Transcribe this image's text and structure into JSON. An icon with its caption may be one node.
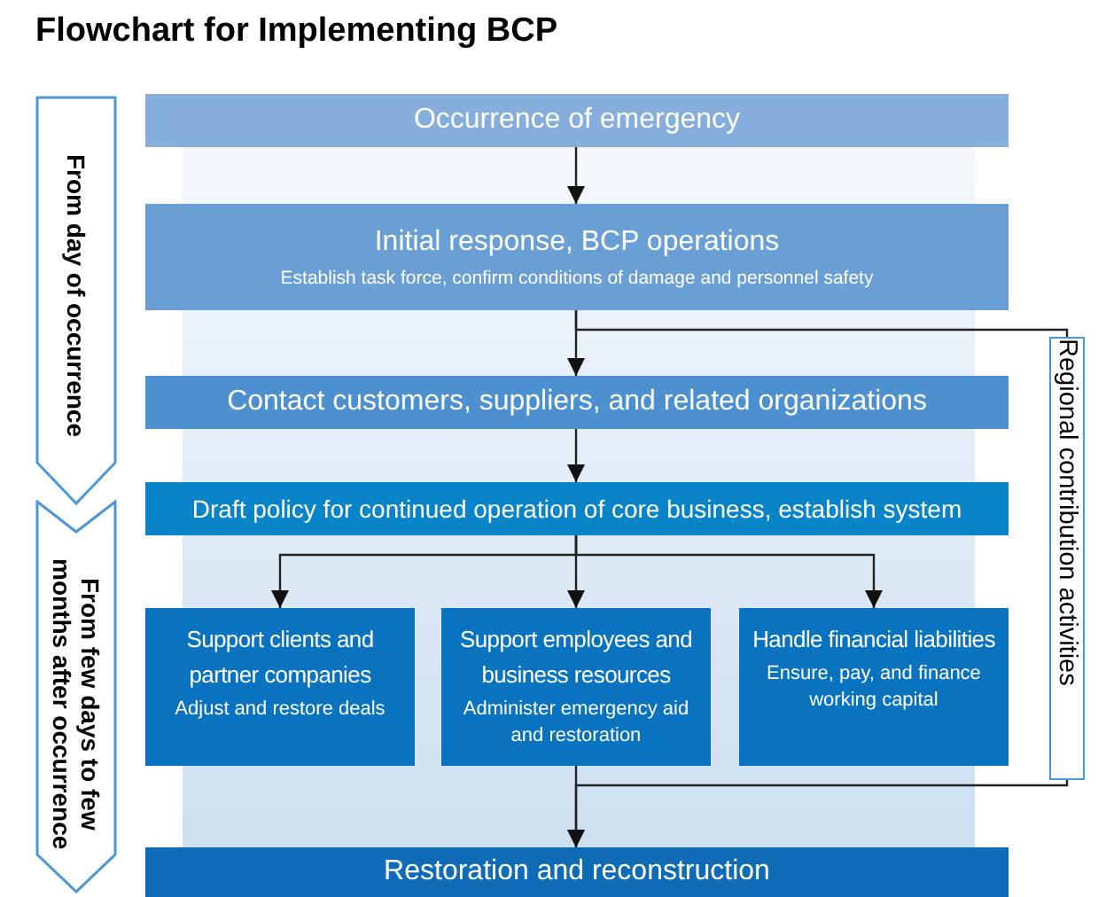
{
  "diagram": {
    "title": "Flowchart for Implementing BCP",
    "nodes": [
      {
        "text": [
          "From day of occurrence"
        ]
      },
      {
        "text": [
          "From few days to few months after occurrence"
        ]
      },
      {
        "text": [
          "Occurrence of emergency"
        ]
      },
      {
        "text": [
          "Initial response, BCP operations",
          "Establish task force, confirm conditions of damage and personnel safety"
        ]
      },
      {
        "text": [
          "Contact customers, suppliers, and related organizations"
        ]
      },
      {
        "text": [
          "Draft policy for continued operation of core business, establish system"
        ]
      },
      {
        "text": [
          "Support clients and partner companies",
          "Adjust and restore deals"
        ]
      },
      {
        "text": [
          "Support employees and business resources",
          "Administer emergency aid and restoration"
        ]
      },
      {
        "text": [
          "Handle financial liabilities",
          "Ensure, pay, and finance working capital"
        ]
      },
      {
        "text": [
          "Restoration and reconstruction"
        ]
      },
      {
        "text": [
          "Regional contribution activities"
        ]
      }
    ],
    "edges": [
      {
        "from": 2,
        "to": 3,
        "arrow": "to"
      },
      {
        "from": 3,
        "to": 4,
        "arrow": "to"
      },
      {
        "from": 3,
        "to": 10,
        "arrow": "none"
      },
      {
        "from": 4,
        "to": 5,
        "arrow": "to"
      },
      {
        "from": 5,
        "to": 6,
        "arrow": "to"
      },
      {
        "from": 5,
        "to": 7,
        "arrow": "to"
      },
      {
        "from": 5,
        "to": 8,
        "arrow": "to"
      },
      {
        "from": 7,
        "to": 9,
        "arrow": "to"
      },
      {
        "from": 10,
        "to": 9,
        "arrow": "to"
      }
    ]
  }
}
